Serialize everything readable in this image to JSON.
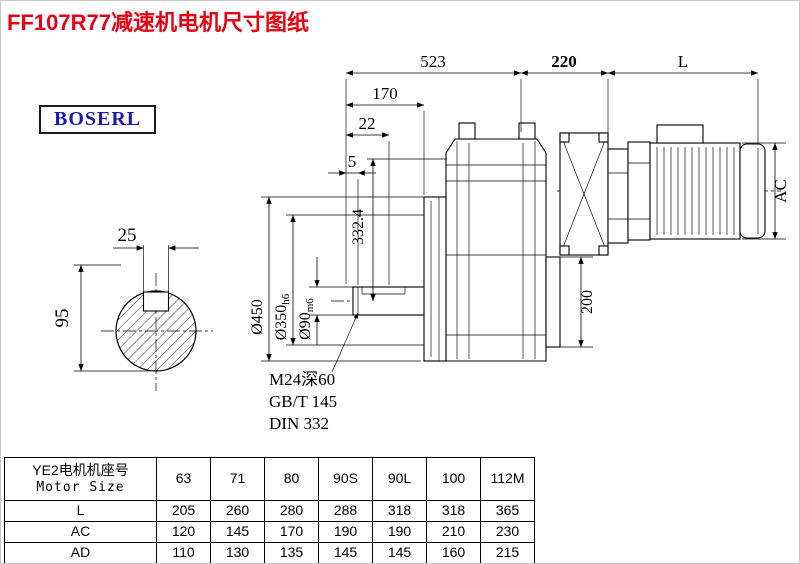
{
  "page": {
    "title": "FF107R77减速机电机尺寸图纸",
    "brand": "BOSERL"
  },
  "drawing": {
    "dims": {
      "len_523": "523",
      "len_220": "220",
      "len_L": "L",
      "len_170": "170",
      "len_22": "22",
      "len_5": "5",
      "height_332": "332.4",
      "height_200": "200",
      "motor_ac": "AC",
      "dia_450": "Ø450",
      "dia_350": "Ø350",
      "dia_350_tol": "h6",
      "dia_90": "Ø90",
      "dia_90_tol": "m6",
      "key_width_25": "25",
      "shaft_height_95": "95"
    },
    "notes": {
      "tapped_hole": "M24深60",
      "standard_gb": "GB/T 145",
      "standard_din": "DIN 332"
    }
  },
  "table": {
    "row_header_cn": "YE2电机机座号",
    "row_header_en": "Motor Size",
    "sizes": [
      "63",
      "71",
      "80",
      "90S",
      "90L",
      "100",
      "112M"
    ],
    "rows": [
      {
        "label": "L",
        "values": [
          "205",
          "260",
          "280",
          "288",
          "318",
          "318",
          "365"
        ]
      },
      {
        "label": "AC",
        "values": [
          "120",
          "145",
          "170",
          "190",
          "190",
          "210",
          "230"
        ]
      },
      {
        "label": "AD",
        "values": [
          "110",
          "130",
          "135",
          "145",
          "145",
          "160",
          "215"
        ]
      }
    ]
  }
}
